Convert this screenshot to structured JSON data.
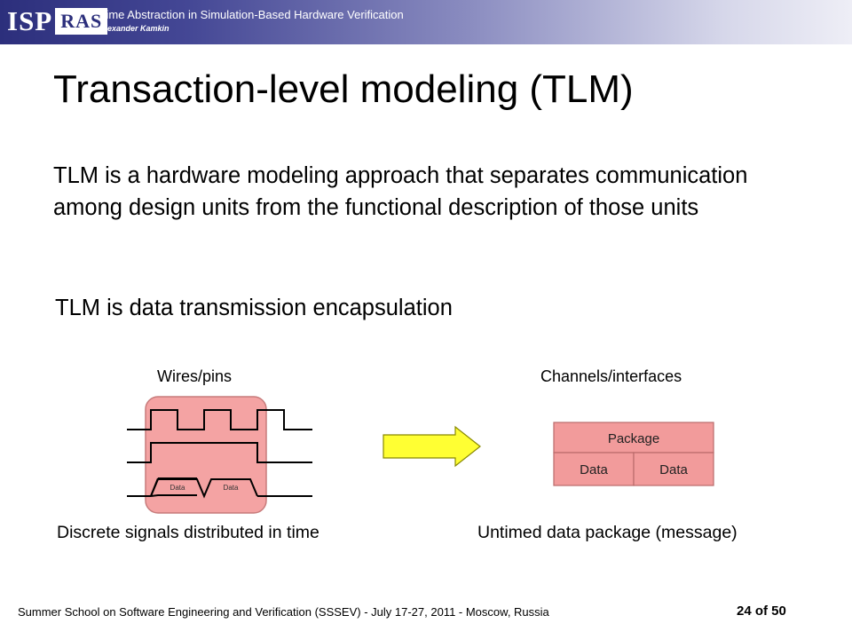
{
  "header": {
    "logo_left": "ISP",
    "logo_right": "RAS",
    "title": "Time Abstraction in Simulation-Based Hardware Verification",
    "author": "Alexander Kamkin"
  },
  "slide": {
    "title": "Transaction-level modeling (TLM)",
    "paragraph": "TLM is a hardware modeling approach that separates communication among design units from the functional description of those units",
    "statement": "TLM is data transmission encapsulation"
  },
  "left_diagram": {
    "label": "Wires/pins",
    "data_labels": [
      "Data",
      "Data"
    ],
    "caption": "Discrete signals distributed in time",
    "highlight_color": "#f4a3a3"
  },
  "right_diagram": {
    "label": "Channels/interfaces",
    "package_label": "Package",
    "data_cells": [
      "Data",
      "Data"
    ],
    "caption": "Untimed data package (message)",
    "package_color": "#f29b9b"
  },
  "arrow": {
    "fill": "#ffff33"
  },
  "footer": {
    "event": "Summer School on Software Engineering and Verification (SSSEV) - July 17-27, 2011 - Moscow, Russia",
    "page": "24 of 50"
  }
}
